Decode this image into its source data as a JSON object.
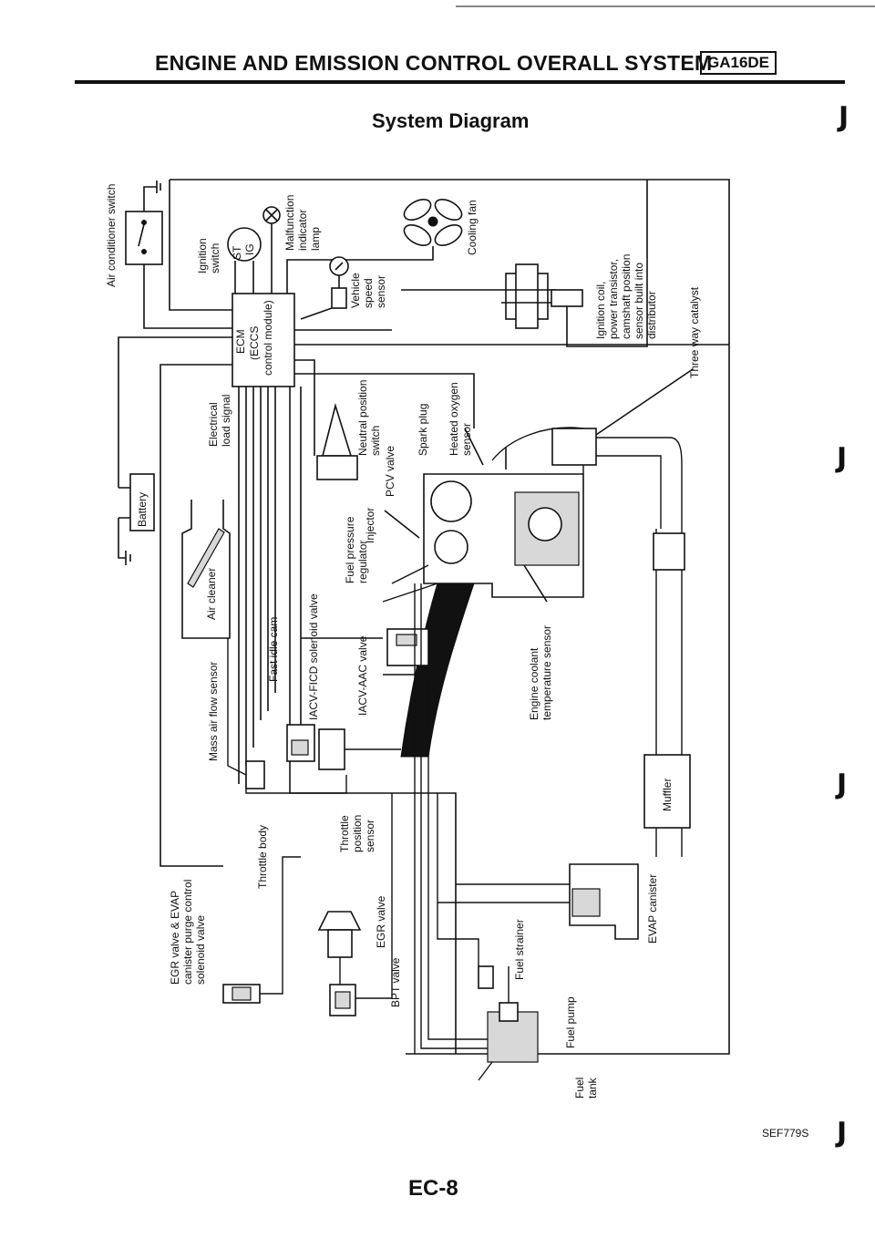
{
  "header": {
    "title": "ENGINE AND EMISSION CONTROL OVERALL SYSTEM",
    "model": "GA16DE"
  },
  "subtitle": "System Diagram",
  "ecm": {
    "line1": "ECM",
    "line2": "(ECCS",
    "line3": "control module)"
  },
  "switch": {
    "st": "ST",
    "ig": "IG"
  },
  "labels": {
    "air_conditioner_switch": "Air conditioner switch",
    "ignition_switch_1": "Ignition",
    "ignition_switch_2": "switch",
    "malfunction_1": "Malfunction",
    "malfunction_2": "indicator",
    "malfunction_3": "lamp",
    "cooling_fan": "Cooling fan",
    "vehicle_speed_1": "Vehicle",
    "vehicle_speed_2": "speed",
    "vehicle_speed_3": "sensor",
    "ignition_coil_1": "Ignition coil,",
    "ignition_coil_2": "power transistor,",
    "ignition_coil_3": "camshaft position",
    "ignition_coil_4": "sensor built into",
    "ignition_coil_5": "distributor",
    "three_way_catalyst": "Three way catalyst",
    "electrical_load_1": "Electrical",
    "electrical_load_2": "load signal",
    "neutral_position_1": "Neutral position",
    "neutral_position_2": "switch",
    "spark_plug": "Spark plug",
    "heated_oxygen_1": "Heated oxygen",
    "heated_oxygen_2": "sensor",
    "pcv_valve": "PCV valve",
    "battery": "Battery",
    "injector": "Injector",
    "fuel_pressure_1": "Fuel pressure",
    "fuel_pressure_2": "regulator",
    "air_cleaner": "Air cleaner",
    "iacv_ficd": "IACV-FICD solenoid valve",
    "fast_idle_cam": "Fast idle cam",
    "iacv_aac": "IACV-AAC valve",
    "engine_coolant_1": "Engine coolant",
    "engine_coolant_2": "temperature sensor",
    "mass_air_flow": "Mass air flow sensor",
    "muffler": "Muffler",
    "throttle_body": "Throttle body",
    "throttle_position_1": "Throttle",
    "throttle_position_2": "position",
    "throttle_position_3": "sensor",
    "egr_evap_1": "EGR valve & EVAP",
    "egr_evap_2": "canister purge control",
    "egr_evap_3": "solenoid valve",
    "egr_valve": "EGR valve",
    "fuel_strainer": "Fuel strainer",
    "evap_canister": "EVAP canister",
    "bpt_valve": "BPT valve",
    "fuel_pump": "Fuel pump",
    "fuel_tank_1": "Fuel",
    "fuel_tank_2": "tank"
  },
  "figure_code": "SEF779S",
  "page_number": "EC-8",
  "hook_glyph": "J"
}
